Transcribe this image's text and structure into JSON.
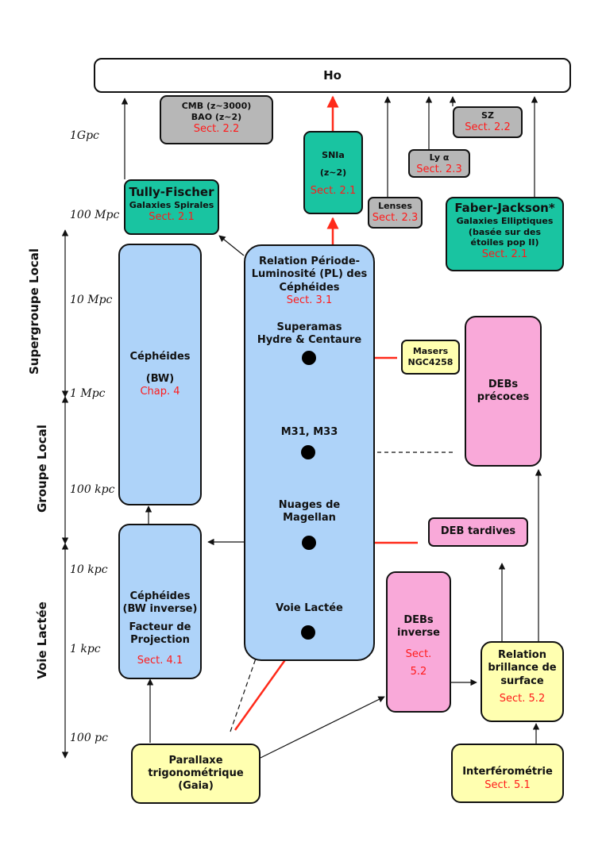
{
  "top": {
    "title": "Ho"
  },
  "scale_labels": [
    "1Gpc",
    "100 Mpc",
    "10 Mpc",
    "1 Mpc",
    "100 kpc",
    "10 kpc",
    "1 kpc",
    "100 pc"
  ],
  "regions": {
    "supergroupe": "Supergroupe Local",
    "groupe": "Groupe Local",
    "voie": "Voie Lactée"
  },
  "boxes": {
    "cmb": {
      "line1": "CMB (z~3000)",
      "line2": "BAO (z~2)",
      "sect": "Sect. 2.2"
    },
    "snia": {
      "line1": "SNIa",
      "line2": "(z~2)",
      "sect": "Sect. 2.1"
    },
    "lenses": {
      "line1": "Lenses",
      "sect": "Sect. 2.3"
    },
    "lya": {
      "line1": "Ly α",
      "sect": "Sect. 2.3"
    },
    "sz": {
      "line1": "SZ",
      "sect": "Sect. 2.2"
    },
    "tully": {
      "line1": "Tully-Fischer",
      "line2": "Galaxies Spirales",
      "sect": "Sect. 2.1"
    },
    "faber": {
      "line1": "Faber-Jackson*",
      "line2": "Galaxies Elliptiques",
      "line3": "(basée sur des",
      "line4": "étoiles pop II)",
      "sect": "Sect. 2.1"
    },
    "ceph_bw": {
      "line1": "Céphéides",
      "line2": "(BW)",
      "sect": "Chap. 4"
    },
    "ceph_bwinv": {
      "line1": "Céphéides",
      "line2": "(BW inverse)",
      "line3": "Facteur de",
      "line4": "Projection",
      "sect": "Sect. 4.1"
    },
    "pl": {
      "line1": "Relation Période-",
      "line2": "Luminosité (PL) des",
      "line3": "Céphéides",
      "sect": "Sect. 3.1"
    },
    "masers": {
      "line1": "Masers",
      "line2": "NGC4258"
    },
    "debs_precoces": {
      "line1": "DEBs",
      "line2": "précoces"
    },
    "deb_tardives": {
      "line1": "DEB tardives"
    },
    "debs_inverse": {
      "line1": "DEBs",
      "line2": "inverse",
      "sect1": "Sect.",
      "sect2": "5.2"
    },
    "relation": {
      "line1": "Relation",
      "line2": "brillance de",
      "line3": "surface",
      "sect": "Sect. 5.2"
    },
    "parallaxe": {
      "line1": "Parallaxe",
      "line2": "trigonométrique",
      "line3": "(Gaia)"
    },
    "interfero": {
      "line1": "Interférométrie",
      "sect": "Sect. 5.1"
    }
  },
  "objects": {
    "superamas": {
      "line1": "Superamas",
      "line2": "Hydre & Centaure"
    },
    "m31": {
      "line1": "M31, M33"
    },
    "nuages": {
      "line1": "Nuages de",
      "line2": "Magellan"
    },
    "voie": {
      "line1": "Voie Lactée"
    }
  },
  "colors": {
    "blue": "#aed3f9",
    "teal": "#19c4a1",
    "pink": "#f9a9d9",
    "yellow": "#ffffb0",
    "gray": "#b7b7b7",
    "red_arrow": "#ff2a1a"
  }
}
